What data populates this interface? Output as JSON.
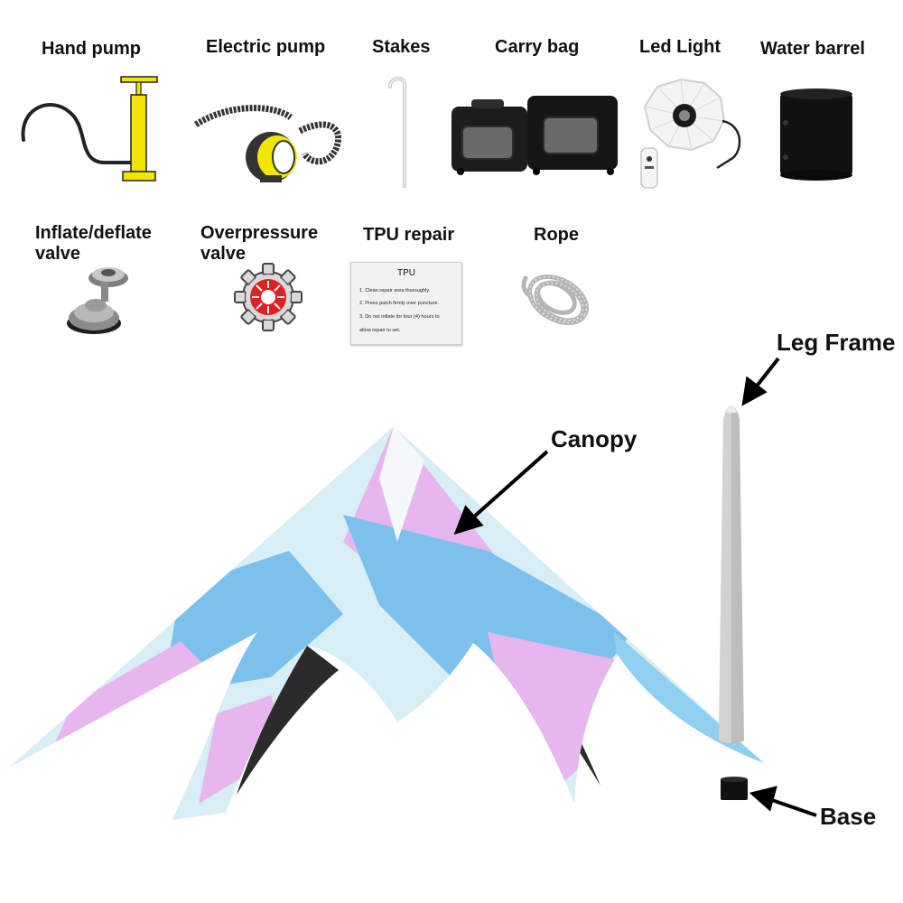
{
  "accessories": {
    "hand_pump": "Hand pump",
    "electric_pump": "Electric pump",
    "stakes": "Stakes",
    "carry_bag": "Carry bag",
    "led_light": "Led Light",
    "water_barrel": "Water barrel",
    "inflate_valve_line1": "Inflate/deflate",
    "inflate_valve_line2": "valve",
    "overpressure_line1": "Overpressure",
    "overpressure_line2": "valve",
    "tpu_repair": "TPU repair",
    "rope": "Rope"
  },
  "tpu_card": {
    "title": "TPU",
    "line1": "1. Clean repair area thoroughly.",
    "line2": "2. Press patch firmly over puncture.",
    "line3": "3. Do not inflate for four (4) hours to",
    "line4": "allow repair to set."
  },
  "parts": {
    "leg_frame": "Leg Frame",
    "canopy": "Canopy",
    "base": "Base"
  },
  "colors": {
    "pump_yellow": "#f2e600",
    "valve_red": "#e02020",
    "canopy_blue": "#7cc0ec",
    "canopy_pink": "#e7b6ee",
    "canopy_light": "#d8eef5"
  }
}
